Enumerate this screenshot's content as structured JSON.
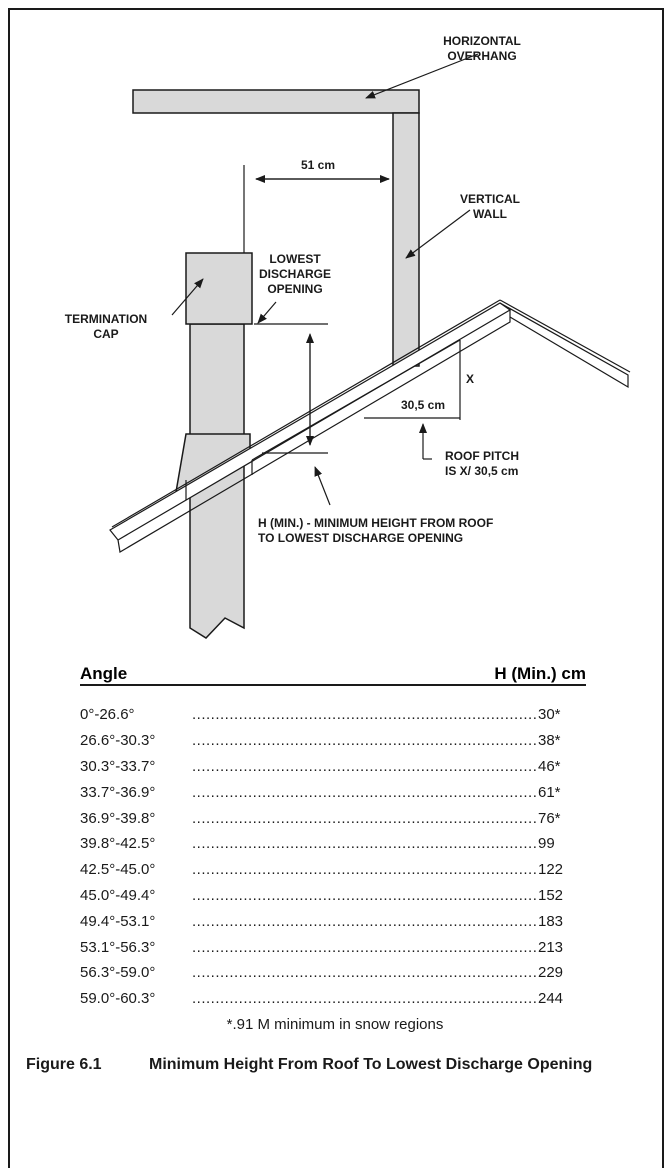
{
  "diagram": {
    "labels": {
      "horizontal_overhang": "HORIZONTAL\nOVERHANG",
      "dimension_51": "51 cm",
      "vertical_wall": "VERTICAL\nWALL",
      "lowest_discharge": "LOWEST\nDISCHARGE\nOPENING",
      "termination_cap": "TERMINATION\nCAP",
      "x": "X",
      "dimension_30_5": "30,5 cm",
      "roof_pitch": "ROOF PITCH\nIS X/ 30,5 cm",
      "h_min": "H (MIN.) - MINIMUM HEIGHT FROM ROOF\nTO LOWEST DISCHARGE OPENING"
    }
  },
  "table": {
    "header_angle": "Angle",
    "header_value": "H (Min.) cm",
    "rows": [
      {
        "angle": "0°-26.6°",
        "value": "30*"
      },
      {
        "angle": "26.6°-30.3°",
        "value": "38*"
      },
      {
        "angle": "30.3°-33.7°",
        "value": "46*"
      },
      {
        "angle": "33.7°-36.9°",
        "value": "61*"
      },
      {
        "angle": "36.9°-39.8°",
        "value": "76*"
      },
      {
        "angle": "39.8°-42.5°",
        "value": "99"
      },
      {
        "angle": "42.5°-45.0°",
        "value": "122"
      },
      {
        "angle": "45.0°-49.4°",
        "value": "152"
      },
      {
        "angle": "49.4°-53.1°",
        "value": "183"
      },
      {
        "angle": "53.1°-56.3°",
        "value": "213"
      },
      {
        "angle": "56.3°-59.0°",
        "value": "229"
      },
      {
        "angle": "59.0°-60.3°",
        "value": "244"
      }
    ],
    "footnote": "*.91 M minimum in snow regions"
  },
  "caption": {
    "number": "Figure 6.1",
    "title": "Minimum Height From Roof To Lowest Discharge Opening"
  }
}
